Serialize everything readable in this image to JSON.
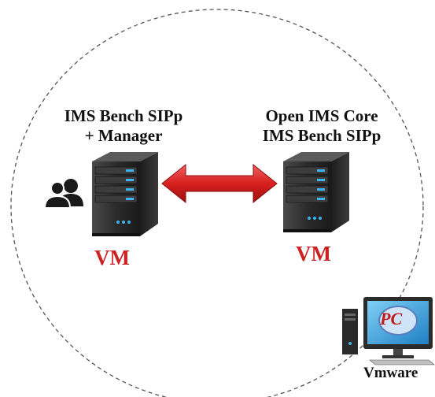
{
  "left_host": {
    "line1": "IMS Bench SIPp",
    "line2": "+ Manager",
    "vm_label": "VM"
  },
  "right_host": {
    "line1": "Open IMS Core",
    "line2": "IMS Bench SIPp",
    "vm_label": "VM"
  },
  "pc": {
    "screen_text": "PC",
    "label": "Vmware"
  },
  "icons": [
    "users-icon",
    "server-icon",
    "server-icon",
    "double-arrow-icon",
    "desktop-pc-icon"
  ],
  "colors": {
    "vm_label": "#cc2222",
    "arrow": "#d8201e",
    "server_body": "#2a2a2a",
    "boundary": "#555555"
  }
}
